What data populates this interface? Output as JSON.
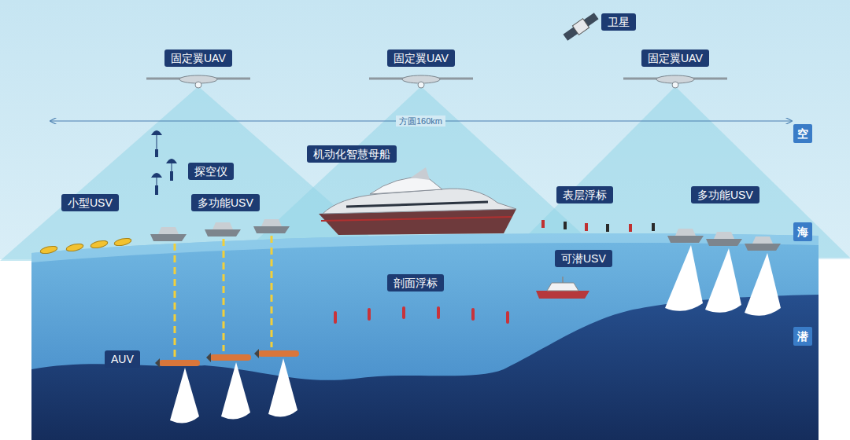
{
  "diagram": {
    "nodes": [
      {
        "text": [
          "固定翼UAV"
        ]
      },
      {
        "text": [
          "卫星"
        ]
      },
      {
        "text": [
          "固定翼UAV"
        ]
      },
      {
        "text": [
          "固定翼UAV"
        ]
      },
      {
        "text": [
          "空"
        ]
      },
      {
        "text": [
          "探空仪"
        ]
      },
      {
        "text": [
          "机动化智慧母船"
        ]
      },
      {
        "text": [
          "小型USV"
        ]
      },
      {
        "text": [
          "多功能USV"
        ]
      },
      {
        "text": [
          "表层浮标"
        ]
      },
      {
        "text": [
          "多功能USV"
        ]
      },
      {
        "text": [
          "海"
        ]
      },
      {
        "text": [
          "可潜USV"
        ]
      },
      {
        "text": [
          "剖面浮标"
        ]
      },
      {
        "text": [
          "潜"
        ]
      },
      {
        "text": [
          "AUV"
        ]
      }
    ],
    "labels": [
      "方圆160km"
    ]
  }
}
